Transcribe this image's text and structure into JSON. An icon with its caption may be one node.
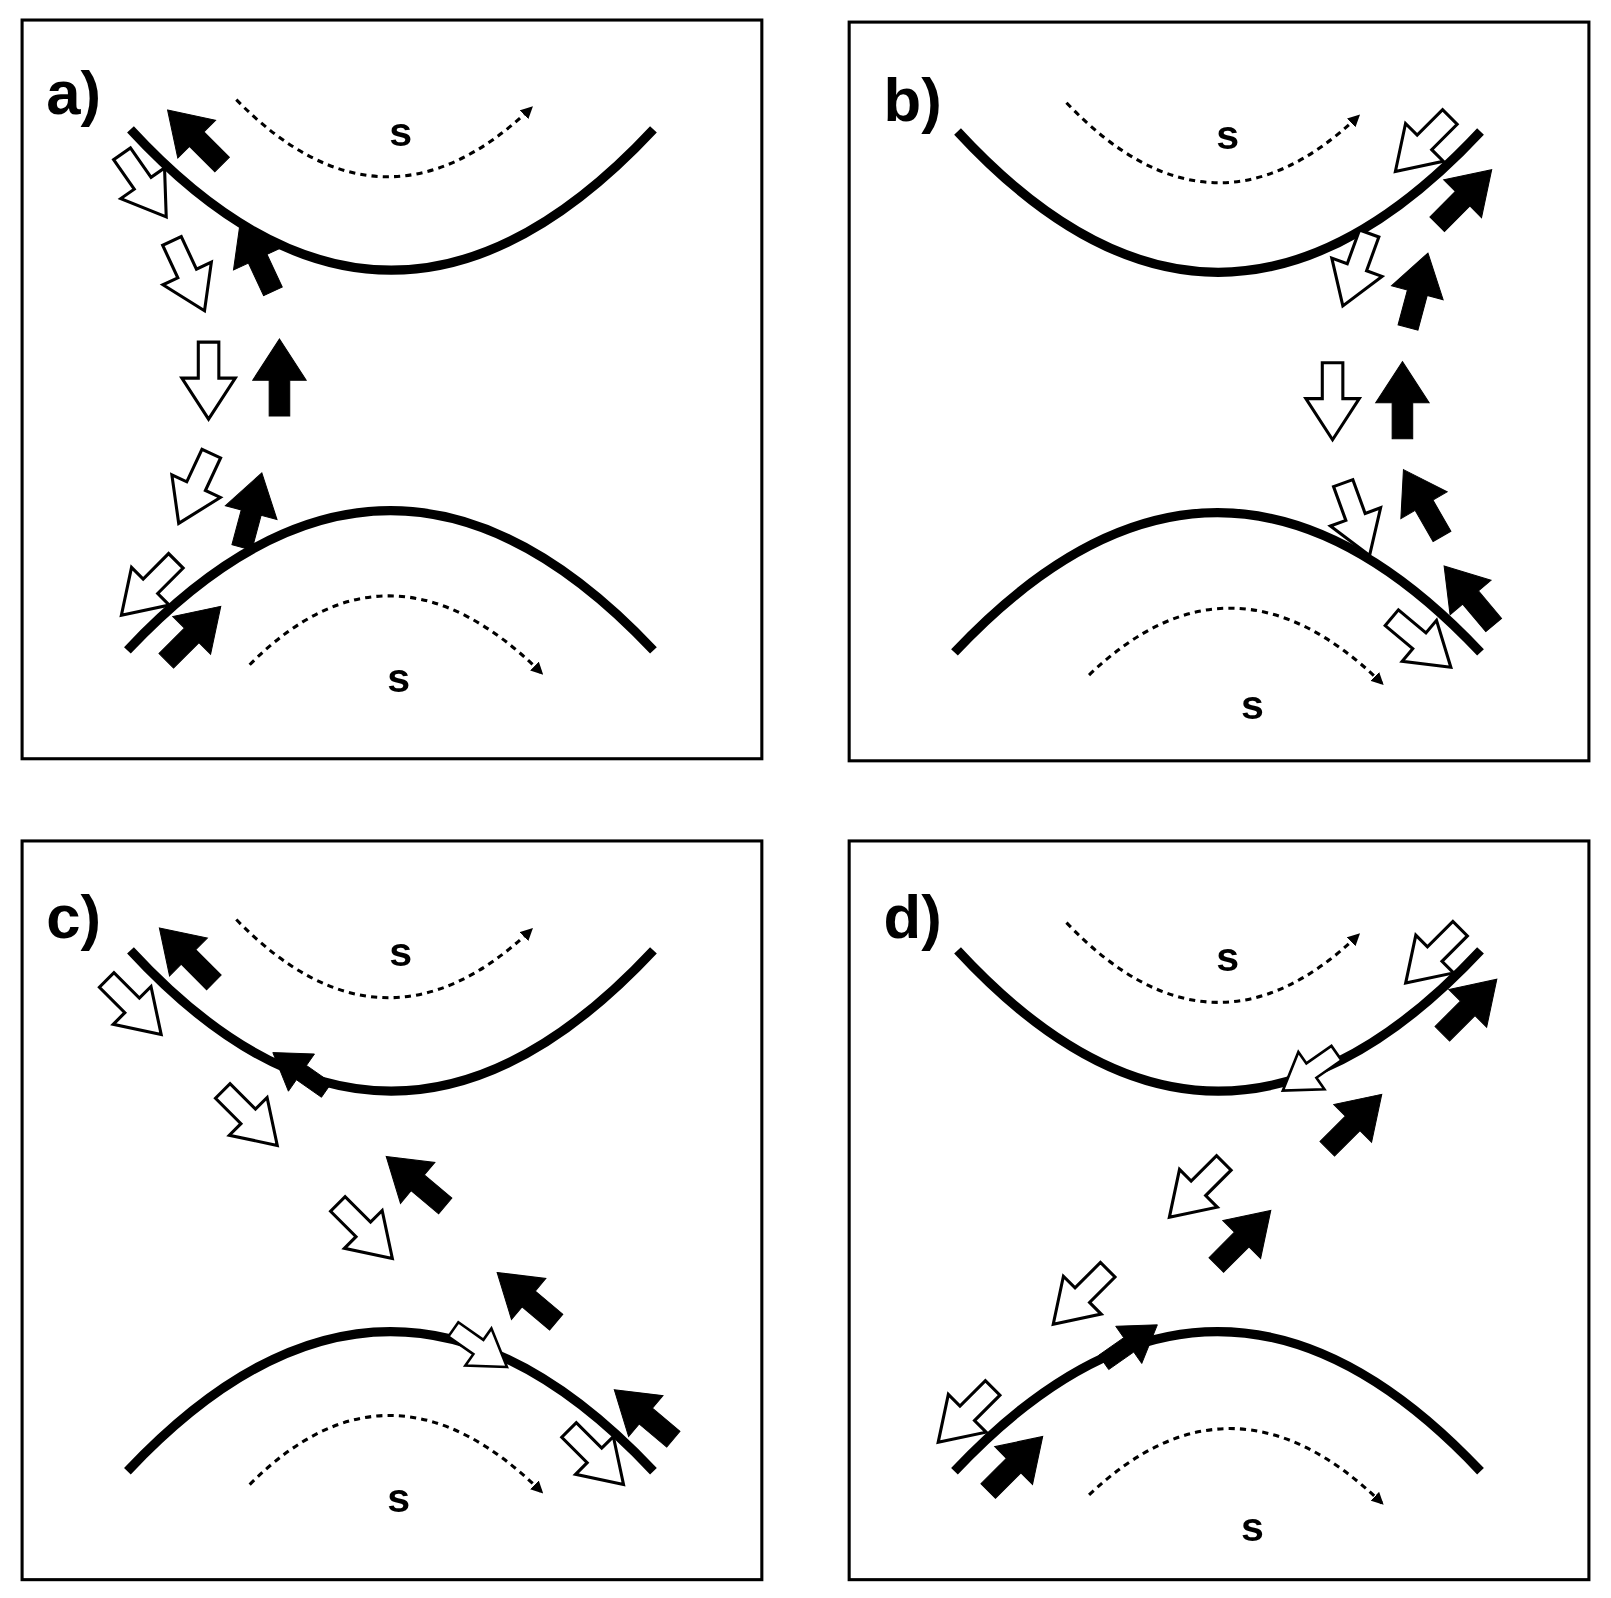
{
  "diagram": {
    "nodes": [
      {
        "text": [
          "a)",
          "s",
          "s"
        ]
      },
      {
        "text": [
          "b)",
          "s",
          "s"
        ]
      },
      {
        "text": [
          "c)",
          "s",
          "s"
        ]
      },
      {
        "text": [
          "d)",
          "s",
          "s"
        ]
      }
    ]
  }
}
